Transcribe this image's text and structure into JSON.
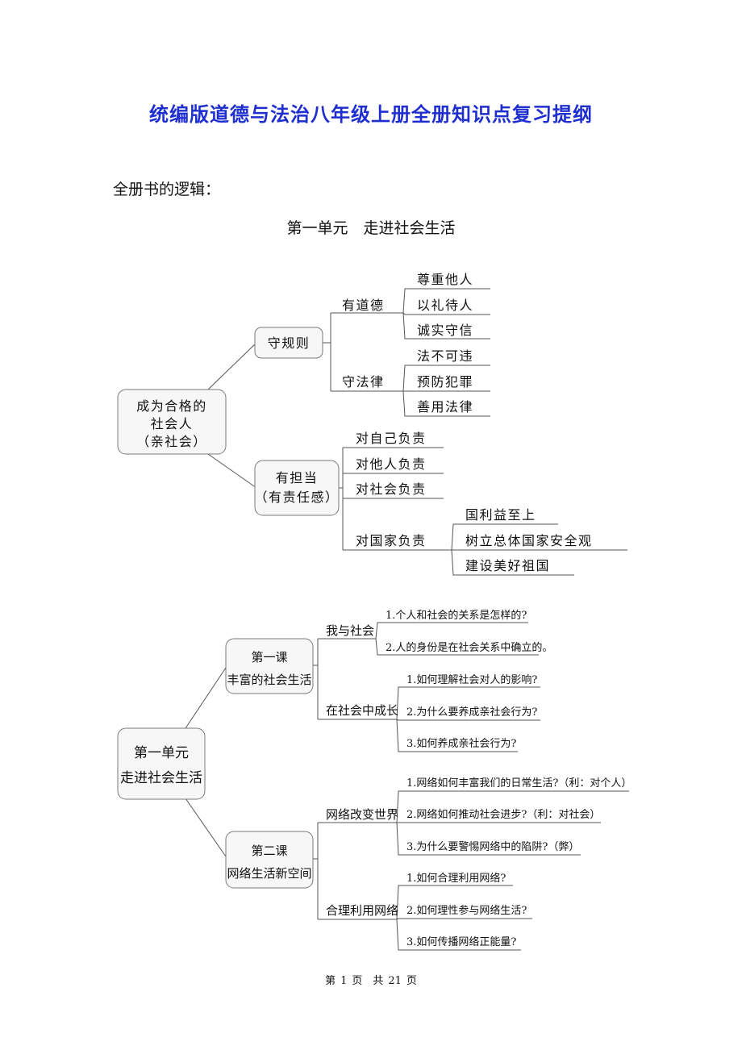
{
  "title": "统编版道德与法治八年级上册全册知识点复习提纲",
  "subtitle": "全册书的逻辑：",
  "unit_heading": "第一单元　走进社会生活",
  "map1": {
    "root": [
      "成为合格的",
      "社会人",
      "（亲社会）"
    ],
    "rules": "守规则",
    "morality": "有道德",
    "morality_items": [
      "尊重他人",
      "以礼待人",
      "诚实守信"
    ],
    "law": "守法律",
    "law_items": [
      "法不可违",
      "预防犯罪",
      "善用法律"
    ],
    "responsibility": [
      "有担当",
      "（有责任感）"
    ],
    "resp_items": [
      "对自己负责",
      "对他人负责",
      "对社会负责",
      "对国家负责"
    ],
    "nation_items": [
      "国利益至上",
      "树立总体国家安全观",
      "建设美好祖国"
    ]
  },
  "map2": {
    "root": [
      "第一单元",
      "走进社会生活"
    ],
    "lesson1": [
      "第一课",
      "丰富的社会生活"
    ],
    "l1_topic1": "我与社会",
    "l1_topic1_items": [
      "1.个人和社会的关系是怎样的?",
      "2.人的身份是在社会关系中确立的。"
    ],
    "l1_topic2": "在社会中成长",
    "l1_topic2_items": [
      "1.如何理解社会对人的影响?",
      "2.为什么要养成亲社会行为?",
      "3.如何养成亲社会行为?"
    ],
    "lesson2": [
      "第二课",
      "网络生活新空间"
    ],
    "l2_topic1": "网络改变世界",
    "l2_topic1_items": [
      "1.网络如何丰富我们的日常生活?（利：对个人）",
      "2.网络如何推动社会进步?（利：对社会）",
      "3.为什么要警惕网络中的陷阱?（弊）"
    ],
    "l2_topic2": "合理利用网络",
    "l2_topic2_items": [
      "1.如何合理利用网络?",
      "2.如何理性参与网络生活?",
      "3.如何传播网络正能量?"
    ]
  },
  "footer": {
    "page_prefix": "第",
    "page_num": "1",
    "page_mid": "页　共",
    "page_total": "21",
    "page_suffix": "页"
  }
}
